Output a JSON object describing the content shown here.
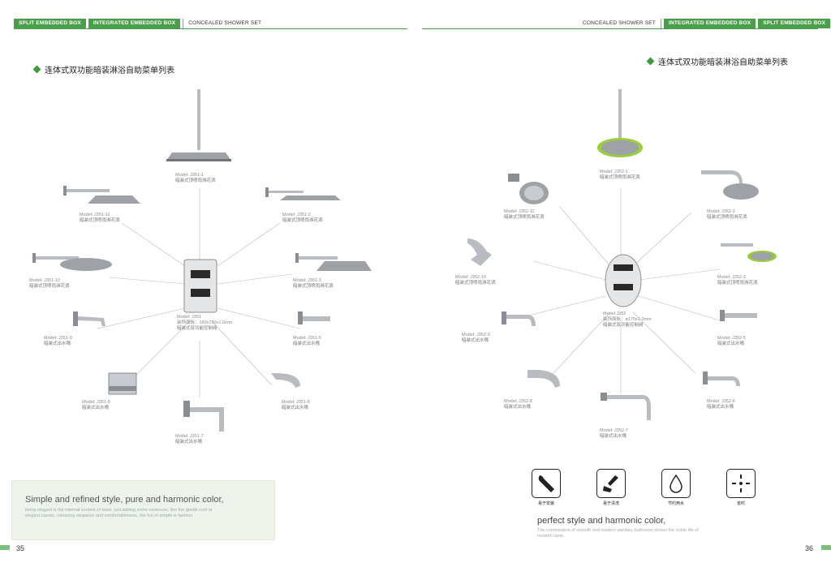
{
  "left": {
    "tabs": [
      "SPLIT EMBEDDED BOX",
      "INTEGRATED EMBEDDED BOX",
      "CONCEALED SHOWER SET"
    ],
    "heading": "连体式双功能暗装淋浴自助菜单列表",
    "products": [
      {
        "model": "Model: J351-1",
        "name": "暗装式顶喷雨淋花洒"
      },
      {
        "model": "Model: J351-11",
        "name": "暗装式顶喷雨淋花洒"
      },
      {
        "model": "Model: J351-2",
        "name": "暗装式顶喷雨淋花洒"
      },
      {
        "model": "Model: J351-10",
        "name": "暗装式顶喷雨淋花洒"
      },
      {
        "model": "Model: J351-3",
        "name": "暗装式顶喷雨淋花洒"
      },
      {
        "model": "Model: J351",
        "spec": "装饰面板：180x130x1.0mm",
        "name": "暗装式双功能控制阀"
      },
      {
        "model": "Model: J351-9",
        "name": "暗装式出水嘴"
      },
      {
        "model": "Model: J351-5",
        "name": "暗装式出水嘴"
      },
      {
        "model": "Model: J351-8",
        "name": "暗装式出水嘴"
      },
      {
        "model": "Model: J351-6",
        "name": "暗装式出水嘴"
      },
      {
        "model": "Model: J351-7",
        "name": "暗装式出水嘴"
      }
    ],
    "slogan_title": "Simple and refined style, pure and harmonic color,",
    "slogan_body": "being elegant is the internal content of taste, just adding some essences, like the gentle cool or elegant classic, releasing elegance and comfortableness, the fun of simple is fashion.",
    "page_number": "35"
  },
  "right": {
    "tabs": [
      "CONCEALED SHOWER SET",
      "INTEGRATED EMBEDDED BOX",
      "SPLIT EMBEDDED BOX"
    ],
    "heading": "连体式双功能暗装淋浴自助菜单列表",
    "products": [
      {
        "model": "Model: J352-1",
        "name": "暗装式顶喷雨淋花洒"
      },
      {
        "model": "Model: J352-11",
        "name": "暗装式顶喷雨淋花洒"
      },
      {
        "model": "Model: J352-2",
        "name": "暗装式顶喷雨淋花洒"
      },
      {
        "model": "Model: J352-10",
        "name": "暗装式顶喷雨淋花洒"
      },
      {
        "model": "Model: J352-3",
        "name": "暗装式顶喷雨淋花洒"
      },
      {
        "model": "Model:J352",
        "spec": "装饰面板：ø170x1.0mm",
        "name": "暗装式双功能控制阀"
      },
      {
        "model": "Model: J352-9",
        "name": "暗装式出水嘴"
      },
      {
        "model": "Model: J352-5",
        "name": "暗装式出水嘴"
      },
      {
        "model": "Model: J352-8",
        "name": "暗装式出水嘴"
      },
      {
        "model": "Model: J352-6",
        "name": "暗装式出水嘴"
      },
      {
        "model": "Model: J352-7",
        "name": "暗装式出水嘴"
      }
    ],
    "features": [
      "易于安装",
      "易于清洗",
      "节约用水",
      "省时"
    ],
    "slogan_title": "perfect style and harmonic color,",
    "slogan_body": "The combination of smooth and modern sanitary bathroom shows the noble life of modern taste.",
    "page_number": "36"
  },
  "colors": {
    "accent": "#4aa04a",
    "chrome": "#b8bcc0",
    "green_rim": "#9acd3c"
  }
}
